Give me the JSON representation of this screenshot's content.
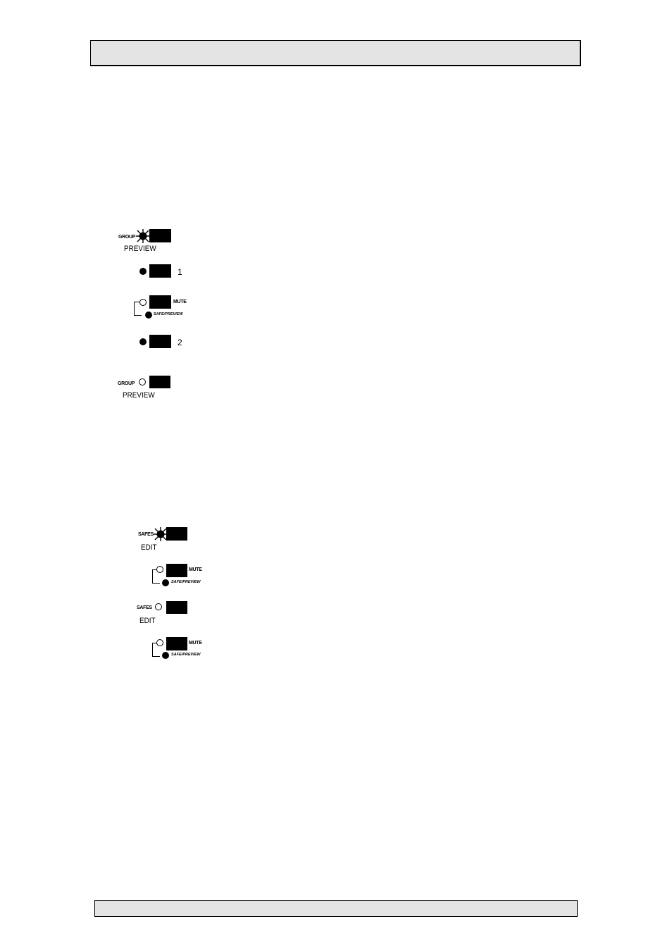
{
  "header": {
    "text": ""
  },
  "footer": {
    "text": ""
  },
  "diagram1": {
    "group_top": {
      "tag": "GROUP",
      "label": "PREVIEW",
      "led": "flashing"
    },
    "row1": {
      "number": "1",
      "led": "on"
    },
    "mute_row": {
      "mute_label": "MUTE",
      "safe_label": "SAFE/PREVIEW",
      "mute_led": "off",
      "safe_led": "on"
    },
    "row2": {
      "number": "2",
      "led": "on"
    },
    "group_bottom": {
      "tag": "GROUP",
      "label": "PREVIEW",
      "led": "off"
    }
  },
  "diagram2": {
    "safes_top": {
      "tag": "SAFES",
      "label": "EDIT",
      "led": "flashing"
    },
    "mute_row_a": {
      "mute_label": "MUTE",
      "safe_label": "SAFE/PREVIEW",
      "mute_led": "off",
      "safe_led": "on"
    },
    "safes_bottom": {
      "tag": "SAFES",
      "label": "EDIT",
      "led": "off"
    },
    "mute_row_b": {
      "mute_label": "MUTE",
      "safe_label": "SAFE/PREVIEW",
      "mute_led": "off",
      "safe_led": "on"
    }
  }
}
